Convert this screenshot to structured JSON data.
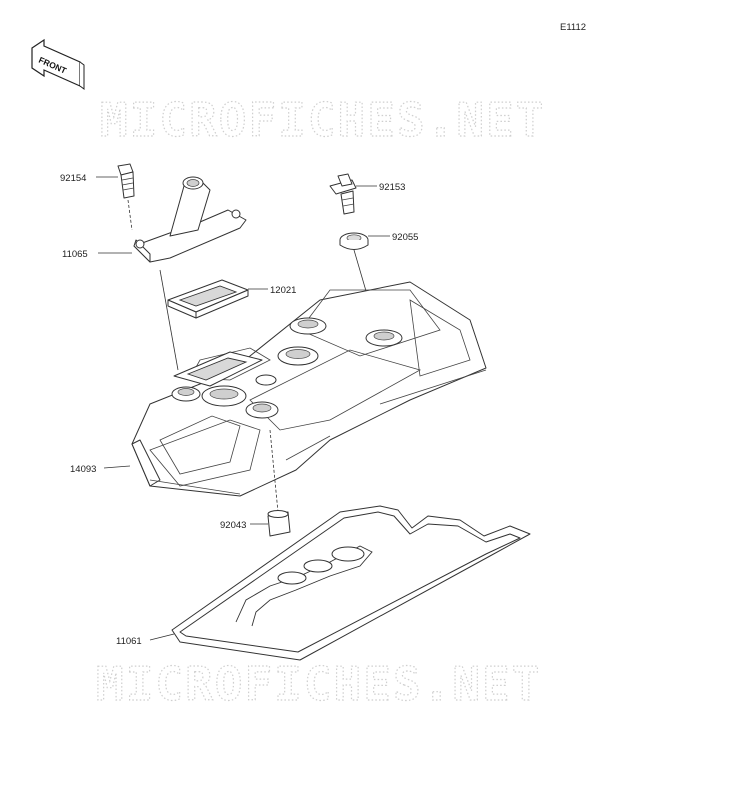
{
  "diagram_code": "E1112",
  "front_label": "FRONT",
  "watermark": "MICROFICHES.NET",
  "parts": {
    "p92154": "92154",
    "p11065": "11065",
    "p12021": "12021",
    "p92153": "92153",
    "p92055": "92055",
    "p14093": "14093",
    "p92043": "92043",
    "p11061": "11061"
  }
}
